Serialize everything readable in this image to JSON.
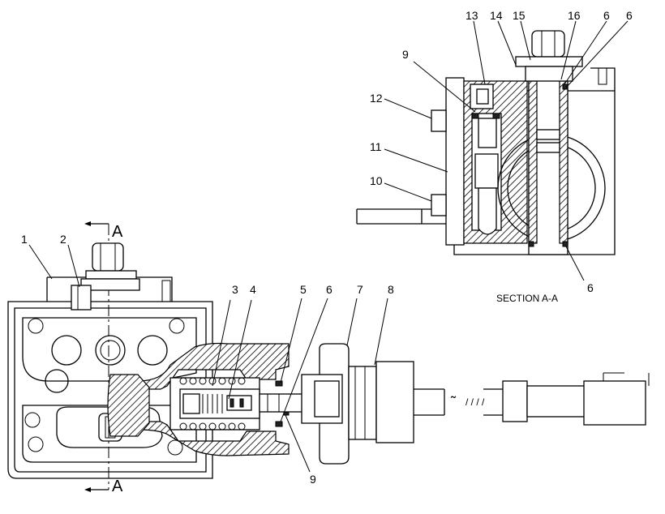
{
  "callouts": [
    "1",
    "2",
    "3",
    "4",
    "5",
    "6",
    "7",
    "8",
    "9",
    "10",
    "11",
    "12",
    "13",
    "14",
    "15",
    "16",
    "6",
    "6",
    "6",
    "9"
  ],
  "section_marks": [
    "A",
    "A"
  ],
  "section_caption": "SECTION A-A"
}
